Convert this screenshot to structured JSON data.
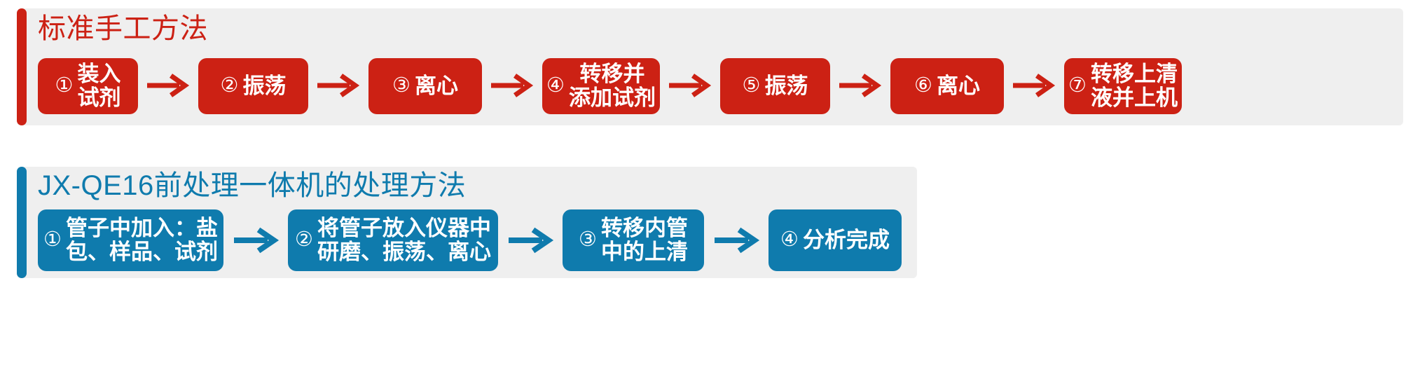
{
  "colors": {
    "manual_accent": "#CC2114",
    "instrument_accent": "#0F7BAD",
    "panel_background": "#EFEFEF",
    "page_background": "#FFFFFF",
    "step_text": "#FFFFFF"
  },
  "flows": [
    {
      "id": "manual",
      "title": "标准手工方法",
      "accent_color": "#CC2114",
      "steps": [
        {
          "number": "①",
          "label": "装入\n试剂"
        },
        {
          "number": "②",
          "label": "振荡"
        },
        {
          "number": "③",
          "label": "离心"
        },
        {
          "number": "④",
          "label": "转移并\n添加试剂"
        },
        {
          "number": "⑤",
          "label": "振荡"
        },
        {
          "number": "⑥",
          "label": "离心"
        },
        {
          "number": "⑦",
          "label": "转移上清\n液并上机"
        }
      ],
      "connector": "arrow-right-icon"
    },
    {
      "id": "instrument",
      "title": "JX-QE16前处理一体机的处理方法",
      "accent_color": "#0F7BAD",
      "steps": [
        {
          "number": "①",
          "label": "管子中加入：盐\n包、样品、试剂"
        },
        {
          "number": "②",
          "label": "将管子放入仪器中\n研磨、振荡、离心"
        },
        {
          "number": "③",
          "label": "转移内管\n中的上清"
        },
        {
          "number": "④",
          "label": "分析完成"
        }
      ],
      "connector": "arrow-right-icon"
    }
  ]
}
